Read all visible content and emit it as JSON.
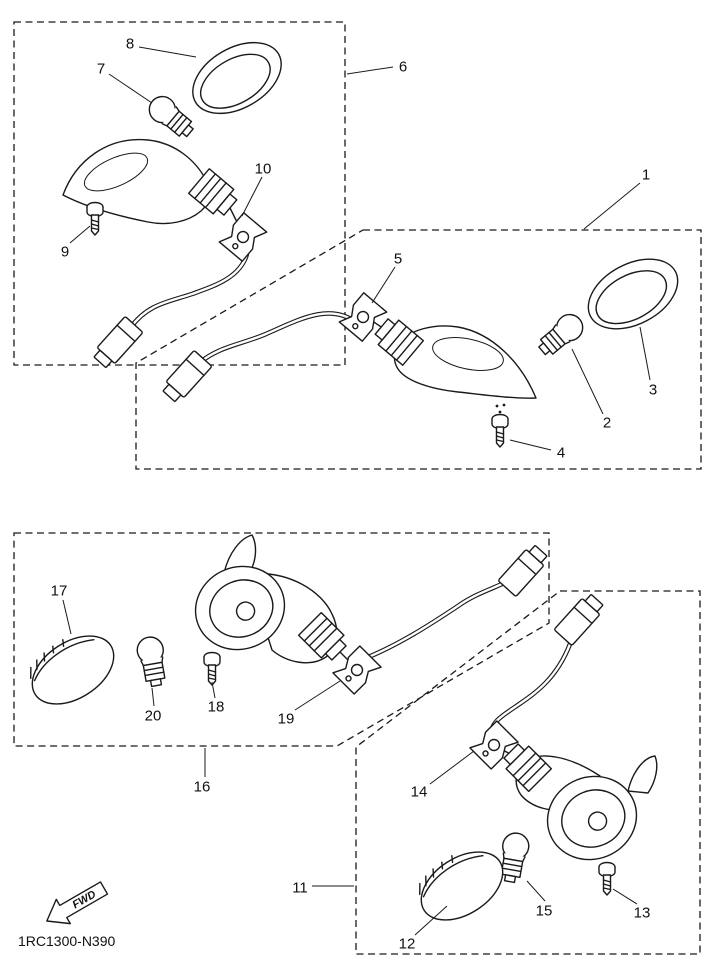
{
  "page": {
    "background": "#ffffff",
    "ink": "#1a1a1a"
  },
  "document": {
    "part_code": "1RC1300-N390",
    "fwd_label": "FWD"
  },
  "callouts": [
    {
      "num": "1"
    },
    {
      "num": "2"
    },
    {
      "num": "3"
    },
    {
      "num": "4"
    },
    {
      "num": "5"
    },
    {
      "num": "6"
    },
    {
      "num": "7"
    },
    {
      "num": "8"
    },
    {
      "num": "9"
    },
    {
      "num": "10"
    },
    {
      "num": "11"
    },
    {
      "num": "12"
    },
    {
      "num": "13"
    },
    {
      "num": "14"
    },
    {
      "num": "15"
    },
    {
      "num": "16"
    },
    {
      "num": "17"
    },
    {
      "num": "18"
    },
    {
      "num": "19"
    },
    {
      "num": "20"
    }
  ],
  "groups": [
    {
      "box_callout": "6",
      "contains": [
        "7",
        "8",
        "9",
        "10"
      ]
    },
    {
      "box_callout": "1",
      "contains": [
        "2",
        "3",
        "4",
        "5"
      ]
    },
    {
      "box_callout": "16",
      "contains": [
        "17",
        "18",
        "19",
        "20"
      ]
    },
    {
      "box_callout": "11",
      "contains": [
        "12",
        "13",
        "14",
        "15"
      ]
    }
  ]
}
